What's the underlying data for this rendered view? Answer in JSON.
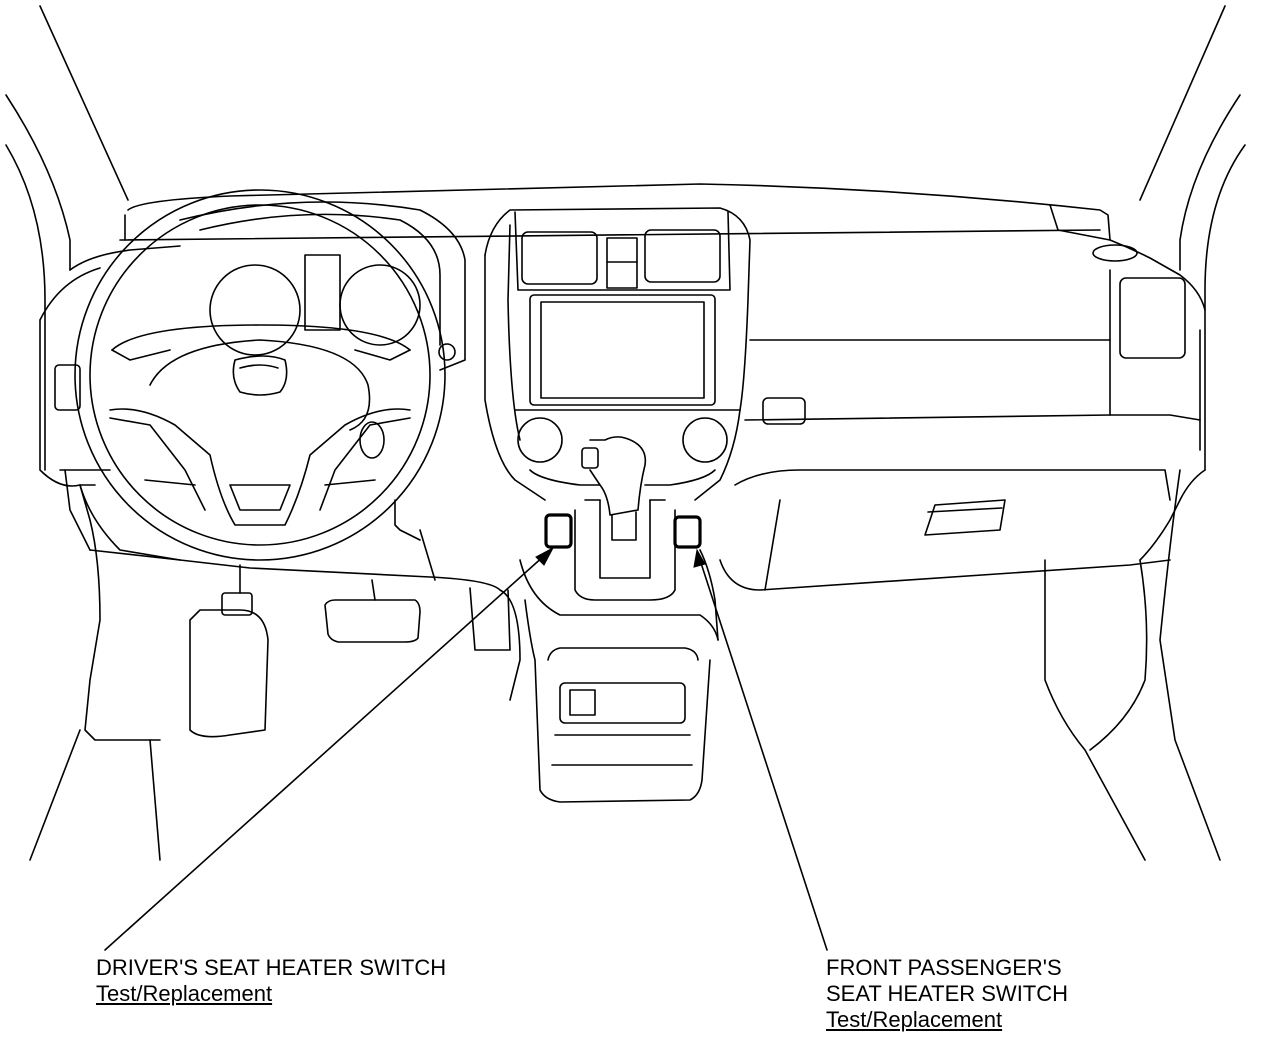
{
  "callouts": {
    "driver": {
      "title": "DRIVER'S SEAT HEATER SWITCH",
      "link": "Test/Replacement"
    },
    "passenger": {
      "title_line1": "FRONT PASSENGER'S",
      "title_line2": "SEAT HEATER SWITCH",
      "link": "Test/Replacement"
    }
  }
}
